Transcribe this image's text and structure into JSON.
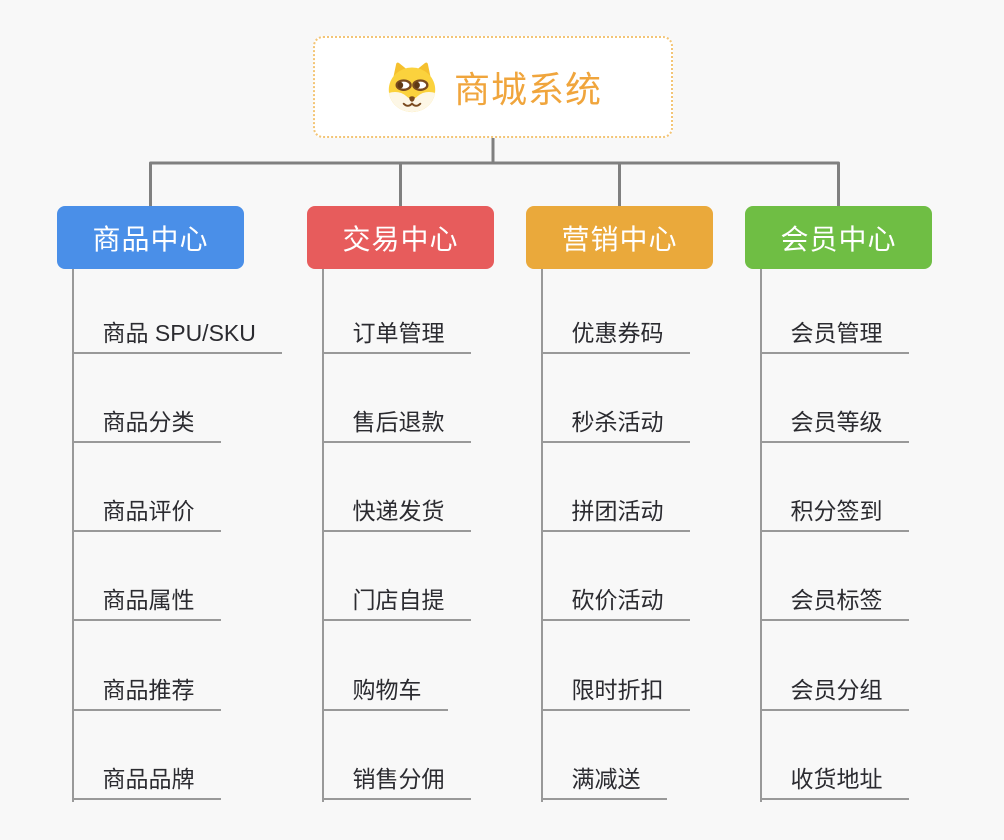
{
  "root": {
    "label": "商城系统",
    "icon": "dog-face-icon",
    "text_color": "#F0A53C",
    "border_color": "#F3C576",
    "background": "#FFFFFF"
  },
  "branches": [
    {
      "key": "product-center",
      "label": "商品中心",
      "color": "#4A8FE8",
      "items": [
        "商品 SPU/SKU",
        "商品分类",
        "商品评价",
        "商品属性",
        "商品推荐",
        "商品品牌"
      ]
    },
    {
      "key": "trade-center",
      "label": "交易中心",
      "color": "#E75C5C",
      "items": [
        "订单管理",
        "售后退款",
        "快递发货",
        "门店自提",
        "购物车",
        "销售分佣"
      ]
    },
    {
      "key": "marketing-center",
      "label": "营销中心",
      "color": "#EAA93B",
      "items": [
        "优惠券码",
        "秒杀活动",
        "拼团活动",
        "砍价活动",
        "限时折扣",
        "满减送"
      ]
    },
    {
      "key": "member-center",
      "label": "会员中心",
      "color": "#6FBE44",
      "items": [
        "会员管理",
        "会员等级",
        "积分签到",
        "会员标签",
        "会员分组",
        "收货地址"
      ]
    }
  ],
  "colors": {
    "background": "#F8F8F8",
    "connector": "#808080",
    "leaf_line": "#999999",
    "leaf_text": "#2B2B30",
    "branch_text": "#FFFFFF"
  }
}
